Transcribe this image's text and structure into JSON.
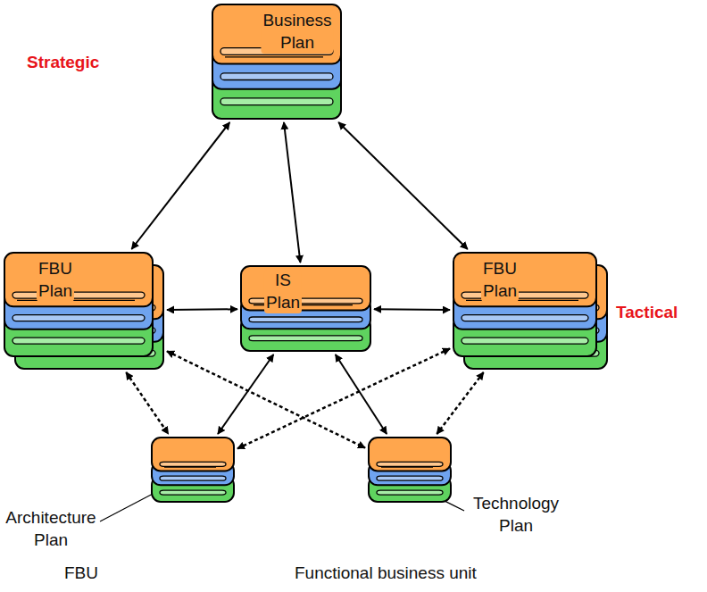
{
  "diagram": {
    "nodes": [
      {
        "text": [
          "Business Plan"
        ]
      },
      {
        "text": [
          "FBU Plan"
        ]
      },
      {
        "text": [
          "IS Plan"
        ]
      },
      {
        "text": [
          "FBU Plan"
        ]
      },
      {
        "text": [
          "Architecture Plan"
        ]
      },
      {
        "text": [
          "Technology Plan"
        ]
      }
    ],
    "edges": [
      {
        "from": 0,
        "to": 1,
        "arrow": "both"
      },
      {
        "from": 0,
        "to": 2,
        "arrow": "both"
      },
      {
        "from": 0,
        "to": 3,
        "arrow": "both"
      },
      {
        "from": 1,
        "to": 2,
        "arrow": "both"
      },
      {
        "from": 2,
        "to": 3,
        "arrow": "both"
      },
      {
        "from": 2,
        "to": 4,
        "arrow": "both"
      },
      {
        "from": 2,
        "to": 5,
        "arrow": "both"
      },
      {
        "from": 1,
        "to": 4,
        "arrow": "both"
      },
      {
        "from": 1,
        "to": 5,
        "arrow": "both"
      },
      {
        "from": 3,
        "to": 4,
        "arrow": "both"
      },
      {
        "from": 3,
        "to": 5,
        "arrow": "both"
      }
    ],
    "labels": [
      "Strategic",
      "Tactical",
      "FBU",
      "Functional business unit"
    ]
  }
}
